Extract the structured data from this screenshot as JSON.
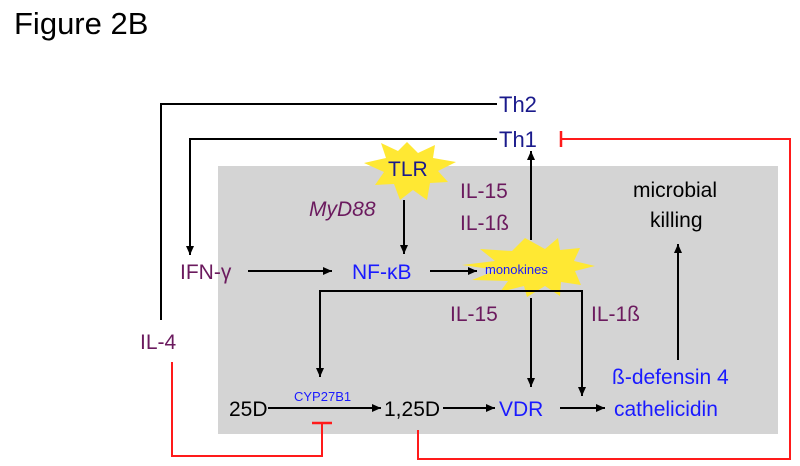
{
  "figure_title": "Figure 2B",
  "nodes": {
    "th2": "Th2",
    "th1": "Th1",
    "tlr": "TLR",
    "myd88": "MyD88",
    "il15_top": "IL-15",
    "il1b_top": "IL-1ß",
    "microbial_killing_line1": "microbial",
    "microbial_killing_line2": "killing",
    "ifn_gamma": "IFN-γ",
    "nfkb": "NF-κB",
    "monokines": "monokines",
    "il15_mid": "IL-15",
    "il1b_mid": "IL-1ß",
    "il4": "IL-4",
    "d25": "25D",
    "cyp27b1": "CYP27B1",
    "d125": "1,25D",
    "vdr": "VDR",
    "bdefensin": "ß-defensin 4",
    "cathelicidin": "cathelicidin"
  },
  "colors": {
    "box_fill": "#d4d4d4",
    "black": "#000000",
    "navy": "#1a1a8c",
    "purple": "#6b1a5e",
    "blue": "#1a1aff",
    "red": "#ff1a1a",
    "burst": "#ffe833"
  }
}
